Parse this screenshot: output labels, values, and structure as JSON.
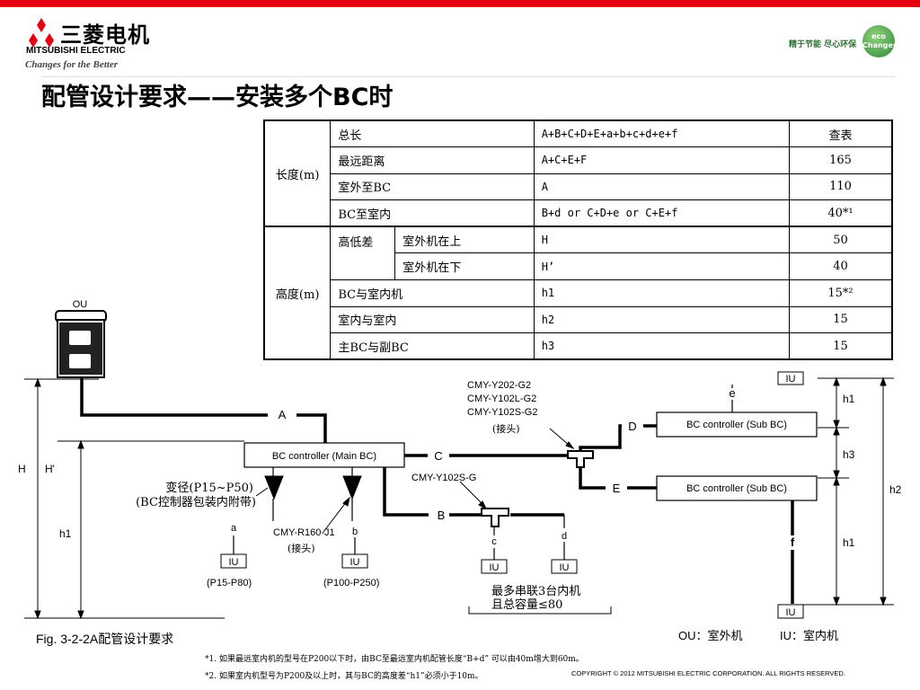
{
  "header": {
    "logo_cn": "三菱电机",
    "logo_en": "MITSUBISHI ELECTRIC",
    "logo_tagline": "Changes for the Better",
    "eco_slogan": "精于节能 尽心环保",
    "eco_badge": "eco Changes",
    "accent_color": "#e60012"
  },
  "title": "配管设计要求——安装多个BC时",
  "table": {
    "rows": [
      {
        "group": "长度(m)",
        "item": "总长",
        "sub": "",
        "formula": "A+B+C+D+E+a+b+c+d+e+f",
        "value": "查表"
      },
      {
        "group": "",
        "item": "最远距离",
        "sub": "",
        "formula": "A+C+E+F",
        "value": "165"
      },
      {
        "group": "",
        "item": "室外至BC",
        "sub": "",
        "formula": "A",
        "value": "110"
      },
      {
        "group": "",
        "item": "BC至室内",
        "sub": "",
        "formula": "B+d or C+D+e  or C+E+f",
        "value": "40*¹"
      },
      {
        "group": "高度(m)",
        "item": "高低差",
        "sub": "室外机在上",
        "formula": "H",
        "value": "50"
      },
      {
        "group": "",
        "item": "",
        "sub": "室外机在下",
        "formula": "H’",
        "value": "40"
      },
      {
        "group": "",
        "item": "BC与室内机",
        "sub": "",
        "formula": "h1",
        "value": "15*²"
      },
      {
        "group": "",
        "item": "室内与室内",
        "sub": "",
        "formula": "h2",
        "value": "15"
      },
      {
        "group": "",
        "item": "主BC与副BC",
        "sub": "",
        "formula": "h3",
        "value": "15"
      }
    ]
  },
  "diagram": {
    "ou_label": "OU",
    "iu_label": "IU",
    "main_bc": "BC controller (Main BC)",
    "sub_bc": "BC controller (Sub BC)",
    "pipes": {
      "A": "A",
      "B": "B",
      "C": "C",
      "D": "D",
      "E": "E",
      "a": "a",
      "b": "b",
      "c": "c",
      "d": "d",
      "e": "e",
      "f": "f"
    },
    "heights": {
      "H": "H",
      "H_prime": "H'",
      "h1": "h1",
      "h2": "h2",
      "h3": "h3"
    },
    "joint_models": [
      "CMY-Y202-G2",
      "CMY-Y102L-G2",
      "CMY-Y102S-G2"
    ],
    "joint_label": "(接头)",
    "joint_model_b": "CMY-Y102S-G",
    "reducer_label_1": "变径(P15~P50)",
    "reducer_label_2": "(BC控制器包装内附带)",
    "joint_model_r": "CMY-R160-J1",
    "capacity_a": "(P15-P80)",
    "capacity_b": "(P100-P250)",
    "series_note_1": "最多串联3台内机",
    "series_note_2": "且总容量≤80",
    "fig_caption": "Fig. 3-2-2A配管设计要求",
    "legend_ou": "OU：室外机",
    "legend_iu": "IU：室内机"
  },
  "notes": [
    "*1. 如果最远室内机的型号在P200以下时，由BC至最远室内机配管长度“B+d” 可以由40m增大到60m。",
    "*2. 如果室内机型号为P200及以上时，其与BC的高度差“h1”必须小于10m。"
  ],
  "copyright": "COPYRIGHT © 2012 MITSUBISHI ELECTRIC CORPORATION. ALL RIGHTS RESERVED."
}
